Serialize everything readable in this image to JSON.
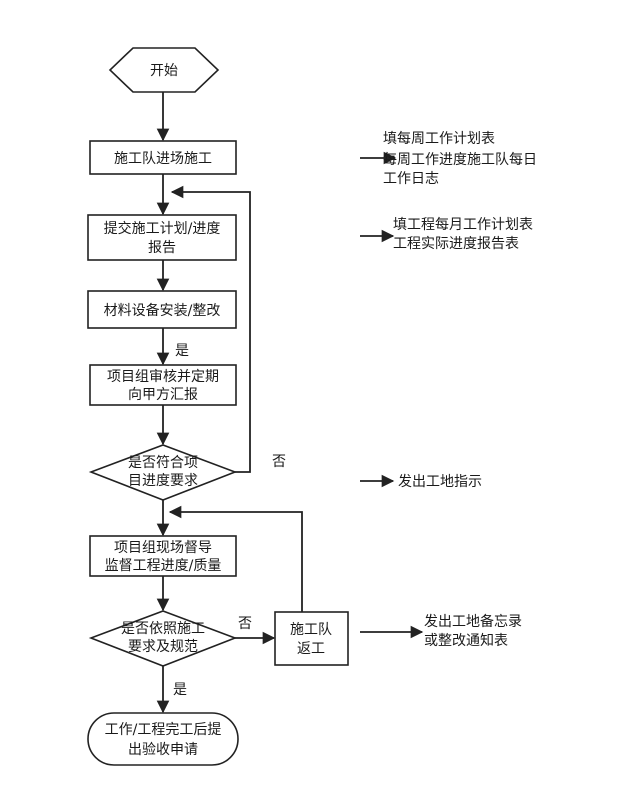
{
  "nodes": {
    "start": "开始",
    "enter_site": "施工队进场施工",
    "submit_plan_l1": "提交施工计划/进度",
    "submit_plan_l2": "报告",
    "install_l1": "材料设备安装/整改",
    "review_l1": "项目组审核并定期",
    "review_l2": "向甲方汇报",
    "check1_l1": "是否符合项",
    "check1_l2": "目进度要求",
    "supervise_l1": "项目组现场督导",
    "supervise_l2": "监督工程进度/质量",
    "check2_l1": "是否依照施工",
    "check2_l2": "要求及规范",
    "rework_l1": "施工队",
    "rework_l2": "返工",
    "finish_l1": "工作/工程完工后提",
    "finish_l2": "出验收申请"
  },
  "edge_labels": {
    "yes_1": "是",
    "no_1": "否",
    "no_2": "否",
    "yes_2": "是"
  },
  "notes": {
    "note1_l1": "填每周工作计划表",
    "note1_l2": "每周工作进度施工队每日",
    "note1_l3": "工作日志",
    "note2_l1": "填工程每月工作计划表",
    "note2_l2": "工程实际进度报告表",
    "note3_l1": "发出工地指示",
    "note4_l1": "发出工地备忘录",
    "note4_l2": "或整改通知表"
  }
}
